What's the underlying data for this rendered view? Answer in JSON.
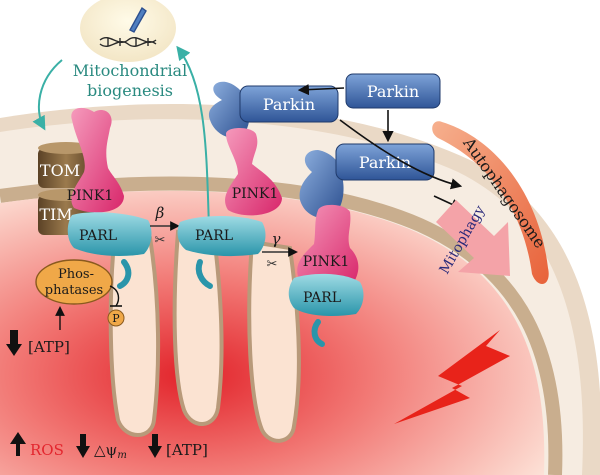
{
  "colors": {
    "cytosol": "#ffffff",
    "outer_membrane": "#e3d3bf",
    "matrix_light": "#fbe1d6",
    "matrix_red": "#e2232a",
    "crista_fill": "#fde7d8",
    "crista_edge": "#b89a7a",
    "parkin_fill": "#4f7fc0",
    "parkin_dark": "#2c4f8f",
    "pink1_fill": "#e23c7b",
    "pink1_light": "#f07aa3",
    "parl_fill": "#2fa3b7",
    "parl_light": "#8fd2dc",
    "tom_tim": "#7a5a35",
    "phosphatase_fill": "#f0a848",
    "teal_arrow": "#3ab0a6",
    "autophagosome_top": "#f4a07a",
    "autophagosome_bottom": "#e8623a",
    "mitophagy_arrow": "#f4a3a8",
    "lightning": "#e8231a",
    "ros_text": "#e3262e",
    "mitophagy_text": "#2a2a7a"
  },
  "labels": {
    "mito_biogenesis_line1": "Mitochondrial",
    "mito_biogenesis_line2": "biogenesis",
    "tom": "TOM",
    "tim": "TIM",
    "pink1_left": "PINK1",
    "parl_left": "PARL",
    "pink1_middle": "PINK1",
    "parkin_middle": "Parkin",
    "parkin_top": "Parkin",
    "parkin_right": "Parkin",
    "parl_middle": "PARL",
    "pink1_right": "PINK1",
    "parl_right": "PARL",
    "beta": "β",
    "gamma": "γ",
    "phosphatases_line1": "Phos-",
    "phosphatases_line2": "phatases",
    "phospho": "P",
    "atp_left": "[ATP]",
    "autophagosome": "Autophagosome",
    "mitophagy": "Mitophagy",
    "ros": "ROS",
    "delta_psi": "△ψ",
    "delta_psi_sub": "m",
    "atp_bottom": "[ATP]"
  },
  "icons": [
    "dna-icon",
    "lightning-icon",
    "scissors-icon",
    "down-arrow-icon",
    "up-arrow-icon"
  ]
}
